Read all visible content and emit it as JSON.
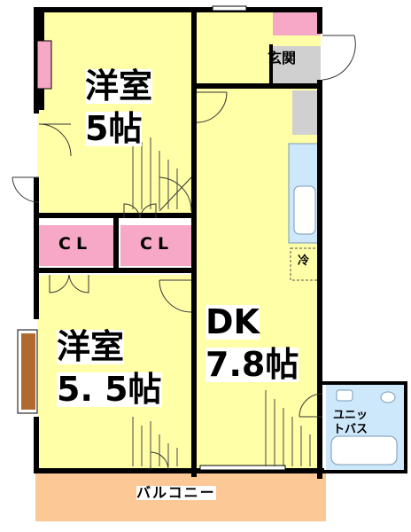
{
  "rooms": {
    "western_upper": {
      "name": "洋室",
      "size": "5帖"
    },
    "western_lower": {
      "name": "洋室",
      "size": "5. 5帖"
    },
    "dk": {
      "name": "DK",
      "size": "7.8帖"
    }
  },
  "closets": {
    "left": "CL",
    "right": "CL"
  },
  "entrance": "玄関",
  "unit_bath": {
    "line1": "ユニッ",
    "line2": "トバス"
  },
  "balcony": "バルコニー",
  "fridge": "冷",
  "colors": {
    "room_fill": "#ffffa8",
    "balcony_fill": "#fcc896",
    "closet_fill": "#f6a8c6",
    "entrance_fill": "#d0d0d0",
    "bath_fill": "#cde7fb",
    "wall": "#000000",
    "window_brown": "#b06a30"
  }
}
